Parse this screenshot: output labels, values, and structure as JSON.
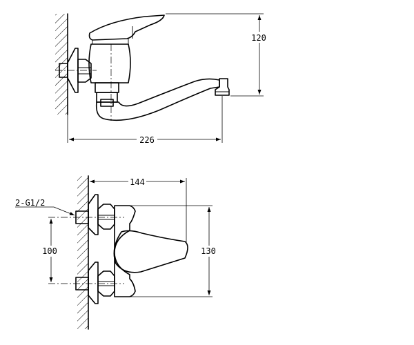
{
  "side_view": {
    "dim_width": "226",
    "dim_height": "120"
  },
  "front_view": {
    "dim_connection": "2-G1/2",
    "dim_depth": "144",
    "dim_spacing": "100",
    "dim_height": "130"
  }
}
